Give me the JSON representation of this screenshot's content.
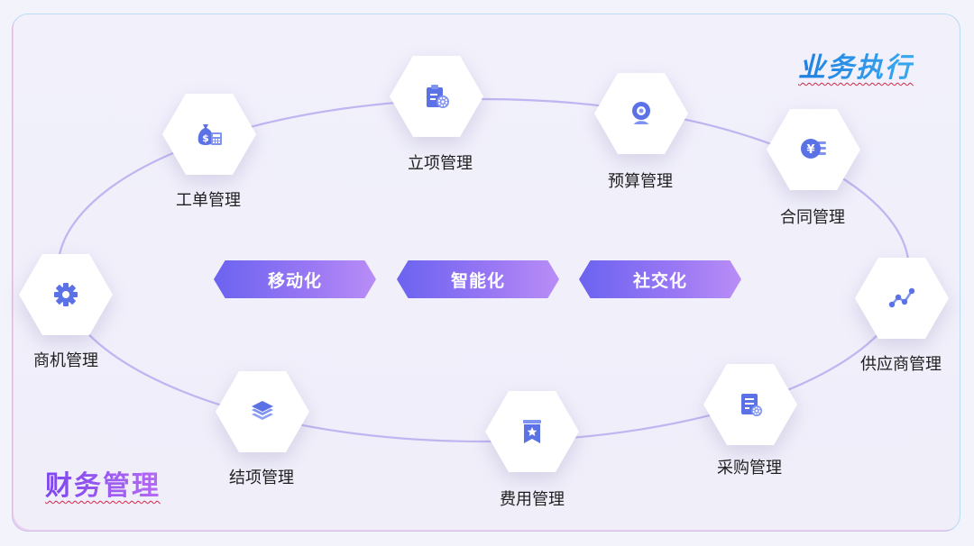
{
  "titles": {
    "top_right": "业务执行",
    "bottom_left": "财务管理"
  },
  "center_tags": [
    "移动化",
    "智能化",
    "社交化"
  ],
  "nodes": [
    {
      "label": "工单管理",
      "icon": "money-bag-calculator-icon"
    },
    {
      "label": "立项管理",
      "icon": "clipboard-gear-icon"
    },
    {
      "label": "预算管理",
      "icon": "webcam-icon"
    },
    {
      "label": "合同管理",
      "icon": "yen-coin-icon"
    },
    {
      "label": "供应商管理",
      "icon": "line-chart-icon"
    },
    {
      "label": "采购管理",
      "icon": "document-gear-icon"
    },
    {
      "label": "费用管理",
      "icon": "bookmark-star-icon"
    },
    {
      "label": "结项管理",
      "icon": "layers-icon"
    },
    {
      "label": "商机管理",
      "icon": "gear-icon"
    }
  ],
  "colors": {
    "accent": "#6b63f0",
    "ring": "#b9aef0",
    "icon": "#5b72e6"
  }
}
